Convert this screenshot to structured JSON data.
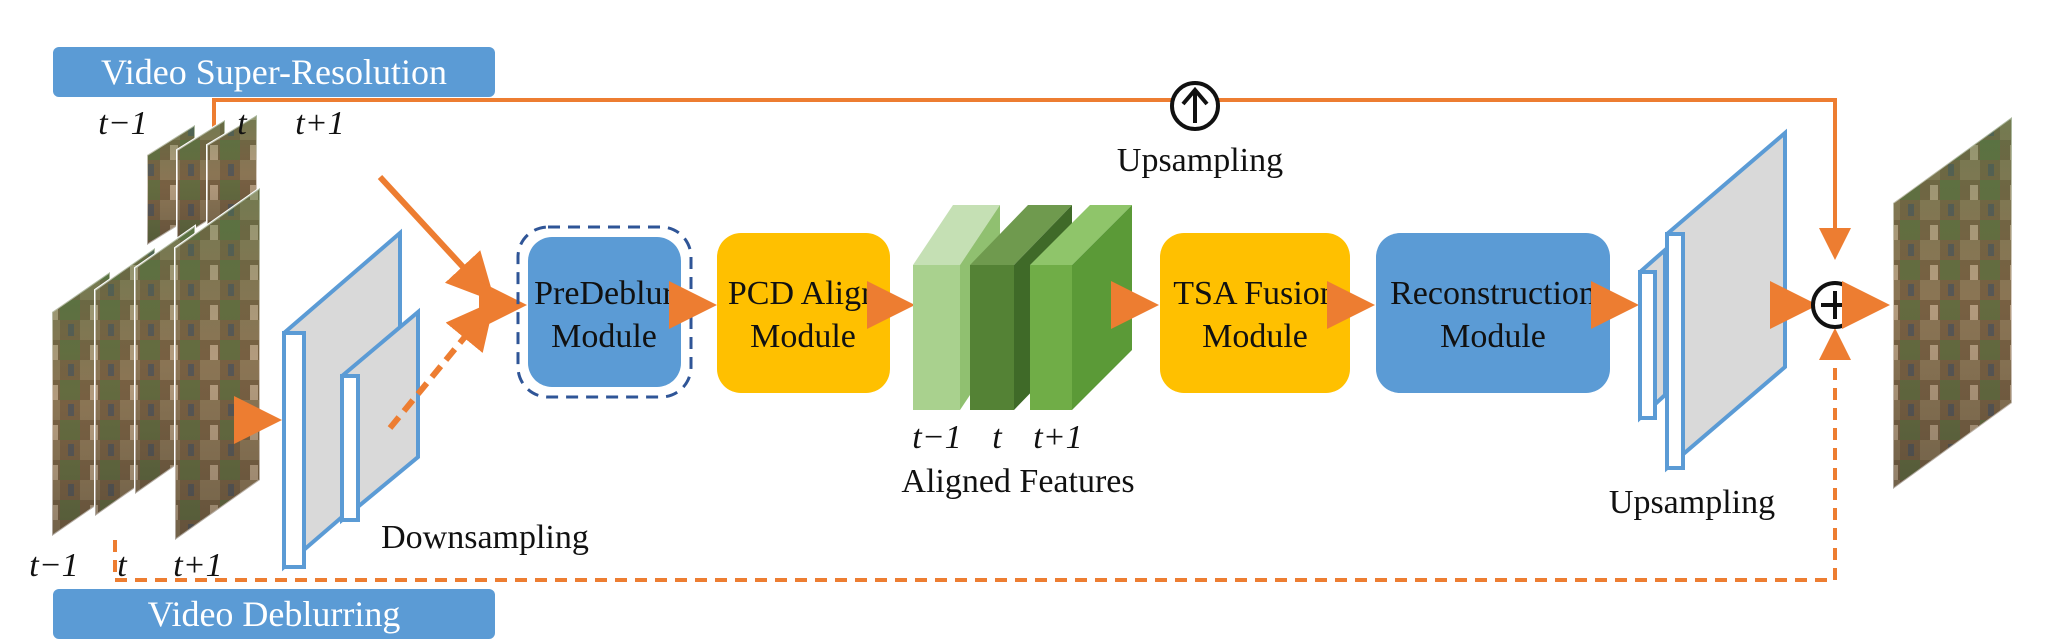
{
  "tags": {
    "top": "Video Super-Resolution",
    "bottom": "Video Deblurring"
  },
  "frames": {
    "small": [
      "t−1",
      "t",
      "t+1"
    ],
    "large": [
      "t−1",
      "t",
      "t+1"
    ]
  },
  "labels": {
    "downsampling": "Downsampling",
    "upsampling_top": "Upsampling",
    "upsampling_right": "Upsampling",
    "aligned_features": "Aligned Features",
    "aligned_frames": [
      "t−1",
      "t",
      "t+1"
    ]
  },
  "modules": {
    "predeblur": [
      "PreDeblur",
      "Module"
    ],
    "pcd": [
      "PCD Align",
      "Module"
    ],
    "tsa": [
      "TSA Fusion",
      "Module"
    ],
    "reconstruction": [
      "Reconstruction",
      "Module"
    ]
  },
  "colors": {
    "arrow": "#ed7d31",
    "module_blue": "#5b9bd5",
    "module_yellow": "#ffc000",
    "feature_light": "#a9d18e",
    "feature_dark": "#548235",
    "feature_mid": "#70ad47",
    "outline_blue": "#5b9bd5"
  },
  "icons": {
    "upsample_symbol": "up-arrow-circle-icon",
    "sum_symbol": "plus-circle-icon"
  }
}
